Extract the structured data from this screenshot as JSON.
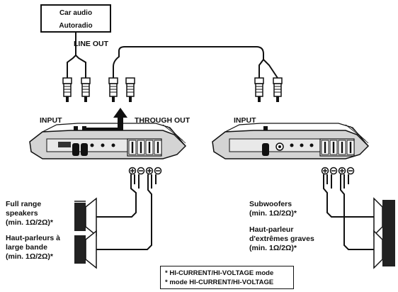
{
  "source": {
    "line1": "Car audio",
    "line2": "Autoradio"
  },
  "line_out": "LINE OUT",
  "amp_left": {
    "input": "INPUT",
    "through_out": "THROUGH OUT"
  },
  "amp_right": {
    "input": "INPUT"
  },
  "speakers_left": {
    "lines": [
      "Full range",
      "speakers",
      "(min. 1Ω/2Ω)*",
      "Haut-parleurs à",
      "large bande",
      "(min. 1Ω/2Ω)*"
    ]
  },
  "speakers_right": {
    "lines": [
      "Subwoofers",
      "(min. 1Ω/2Ω)*",
      "Haut-parleur",
      "d'extrêmes graves",
      "(min. 1Ω/2Ω)*"
    ]
  },
  "note": {
    "line1": "* HI-CURRENT/HI-VOLTAGE mode",
    "line2": "* mode HI-CURRENT/HI-VOLTAGE"
  },
  "colors": {
    "ink": "#111111",
    "background": "#ffffff",
    "amp_body": "#d4d4d4"
  }
}
